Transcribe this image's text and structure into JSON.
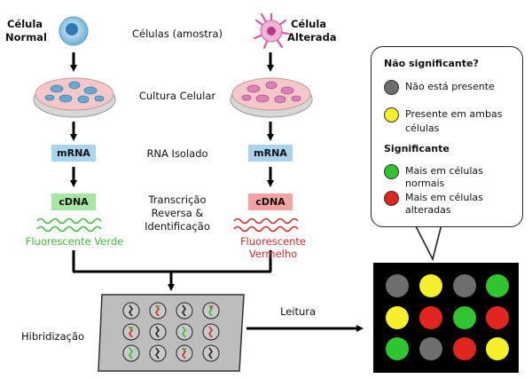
{
  "labels": {
    "normal_cell": "Célula\nNormal",
    "samples": "Células (amostra)",
    "altered_cell": "Célula\nAlterada",
    "cell_culture": "Cultura Celular",
    "rna_isolated": "RNA Isolado",
    "mrna_left": "mRNA",
    "mrna_right": "mRNA",
    "cdna_left": "cDNA",
    "cdna_right": "cDNA",
    "transcription": "Transcrição\nReversa &\nIdentificação",
    "fluor_green": "Fluorescente Verde",
    "fluor_red": "Fluorescente Vermelho",
    "hybridization": "Hibridização",
    "reading": "Leitura"
  },
  "legend": {
    "title_ns": "Não significante?",
    "items_ns": [
      {
        "label": "Não está presente",
        "color": "#6e6e6e"
      },
      {
        "label": "Presente em ambas\ncélulas",
        "color": "#f5f02a"
      }
    ],
    "title_s": "Significante",
    "items_s": [
      {
        "label": "Mais em células normais",
        "color": "#2fc52f"
      },
      {
        "label": "Mais em células alteradas",
        "color": "#e0261f"
      }
    ]
  },
  "array_grid": [
    [
      "#6e6e6e",
      "#f5f02a",
      "#6e6e6e",
      "#2fc52f"
    ],
    [
      "#f5f02a",
      "#e0261f",
      "#2fc52f",
      "#e0261f"
    ],
    [
      "#2fc52f",
      "#6e6e6e",
      "#e0261f",
      "#f5f02a"
    ]
  ],
  "colors": {
    "mrna_box": "#a9d4ec",
    "cdna_left_box": "#a6e6a2",
    "cdna_right_box": "#f2a3a3",
    "green": "#3bbf3b",
    "red": "#d42a2a"
  }
}
